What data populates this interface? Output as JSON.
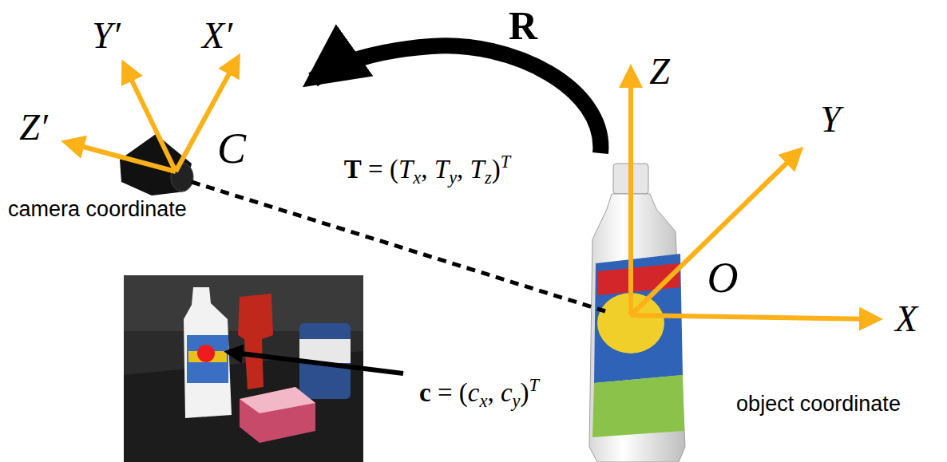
{
  "diagram": {
    "labels": [
      "R",
      "Y′",
      "X′",
      "Z",
      "Y",
      "Z′",
      "C",
      "T = (Tx, Ty, Tz)T",
      "camera coordinate",
      "O",
      "X",
      "c = (cx, cy)T",
      "object coordinate"
    ]
  }
}
